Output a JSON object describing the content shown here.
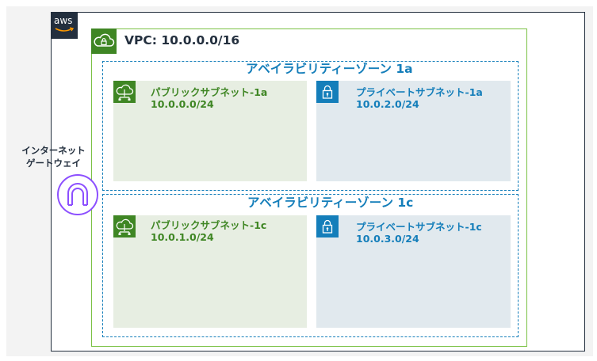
{
  "diagram": {
    "cloud": {
      "logo_text": "aws"
    },
    "vpc": {
      "title": "VPC: 10.0.0.0/16"
    },
    "internet_gateway": {
      "label_line1": "インターネット",
      "label_line2": "ゲートウェイ"
    },
    "availability_zones": [
      {
        "label": "アベイラビリティーゾーン 1a",
        "public_subnet": {
          "name": "パブリックサブネット-1a",
          "cidr": "10.0.0.0/24"
        },
        "private_subnet": {
          "name": "プライベートサブネット-1a",
          "cidr": "10.0.2.0/24"
        }
      },
      {
        "label": "アベイラビリティーゾーン 1c",
        "public_subnet": {
          "name": "パブリックサブネット-1c",
          "cidr": "10.0.1.0/24"
        },
        "private_subnet": {
          "name": "プライベートサブネット-1c",
          "cidr": "10.0.3.0/24"
        }
      }
    ],
    "colors": {
      "public": "#3f8624",
      "private": "#147eba",
      "vpc_border": "#7ac143",
      "igw": "#8c4fff",
      "dark": "#232f3e"
    }
  }
}
